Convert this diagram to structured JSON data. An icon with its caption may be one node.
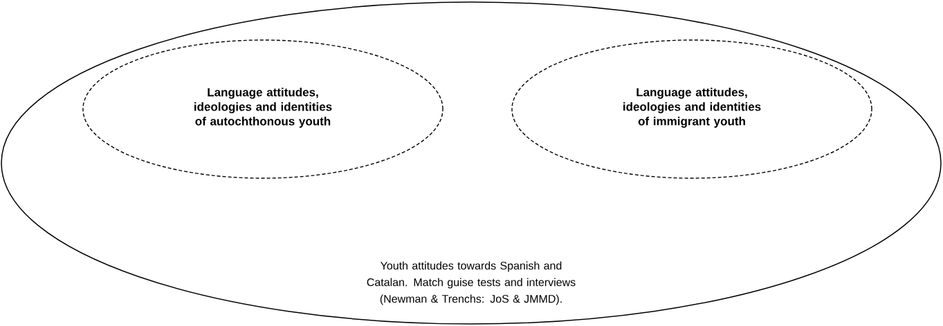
{
  "diagram": {
    "nodes": [
      {
        "text": [
          "Youth attitudes towards Spanish and Catalan. Match guise tests  and interviews (Newman & Trenchs: JoS & JMMD)."
        ]
      },
      {
        "text": [
          "Language attitudes, ideologies and identities of autochthonous youth"
        ],
        "in": 0
      },
      {
        "text": [
          "Language attitudes, ideologies and identities of immigrant youth"
        ],
        "in": 0
      }
    ]
  }
}
